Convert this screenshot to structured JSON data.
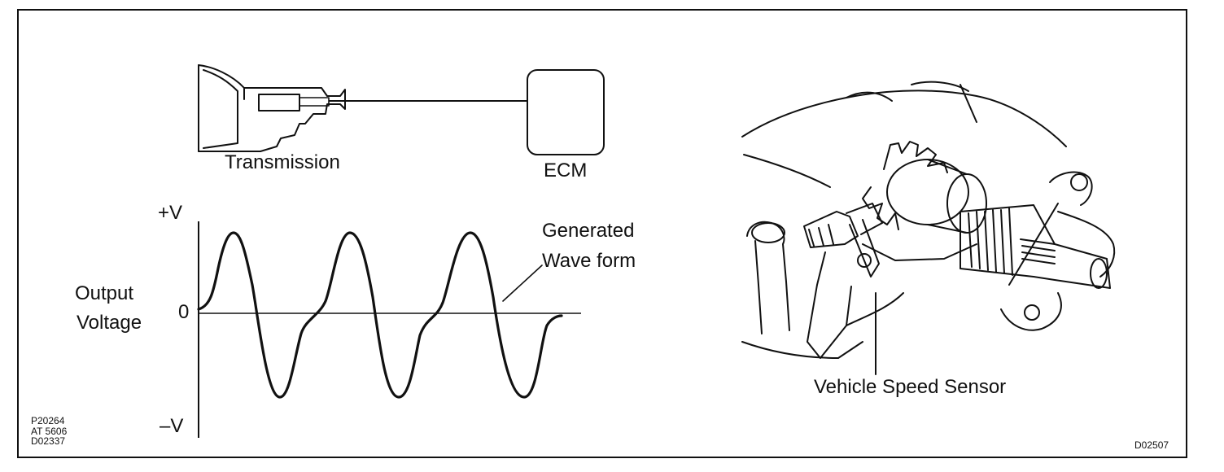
{
  "diagram": {
    "labels": {
      "transmission": "Transmission",
      "ecm": "ECM",
      "plus_v": "+V",
      "minus_v": "–V",
      "zero": "0",
      "output_voltage_line1": "Output",
      "output_voltage_line2": "Voltage",
      "generated_line1": "Generated",
      "generated_line2": "Wave form",
      "sensor": "Vehicle Speed Sensor"
    },
    "figure_codes_left": [
      "P20264",
      "AT 5606",
      "D02337"
    ],
    "figure_code_right": "D02507"
  }
}
